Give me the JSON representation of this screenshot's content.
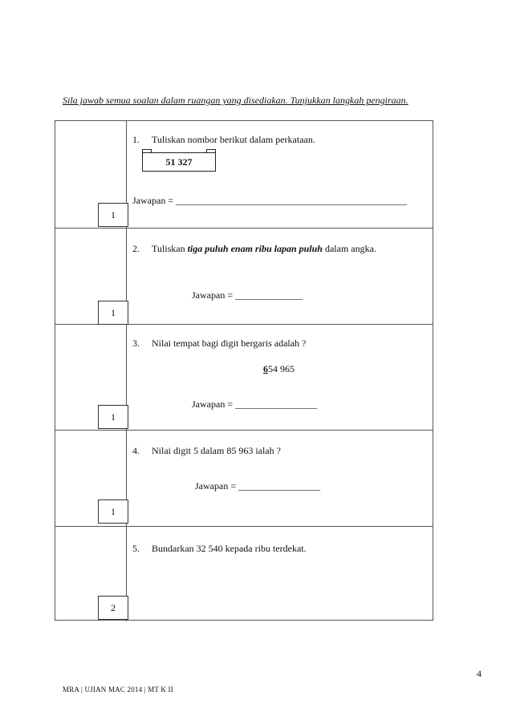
{
  "instruction": "Sila jawab semua soalan dalam ruangan yang disediakan. Tunjukkan langkah pengiraan.",
  "questions": [
    {
      "number": "1.",
      "text": "Tuliskan nombor berikut dalam perkataan.",
      "boxed_number": "51 327",
      "answer": "Jawapan = ________________________________________________",
      "marks": "1"
    },
    {
      "number": "2.",
      "text_before": "Tuliskan ",
      "text_emphasis": "tiga puluh enam ribu lapan puluh",
      "text_after": " dalam angka.",
      "answer": "Jawapan = ______________",
      "marks": "1"
    },
    {
      "number": "3.",
      "text": "Nilai tempat bagi digit bergaris adalah ?",
      "underlined_digit": "6",
      "rest_of_number": "54 965",
      "answer": "Jawapan = _________________",
      "marks": "1"
    },
    {
      "number": "4.",
      "text": "Nilai digit 5 dalam 85 963 ialah ?",
      "answer": "Jawapan = _________________",
      "marks": "1"
    },
    {
      "number": "5.",
      "text": "Bundarkan 32 540 kepada ribu terdekat.",
      "marks": "2"
    }
  ],
  "page_number": "4",
  "footer": "MRA | UJIAN MAC 2014 | MT K II"
}
